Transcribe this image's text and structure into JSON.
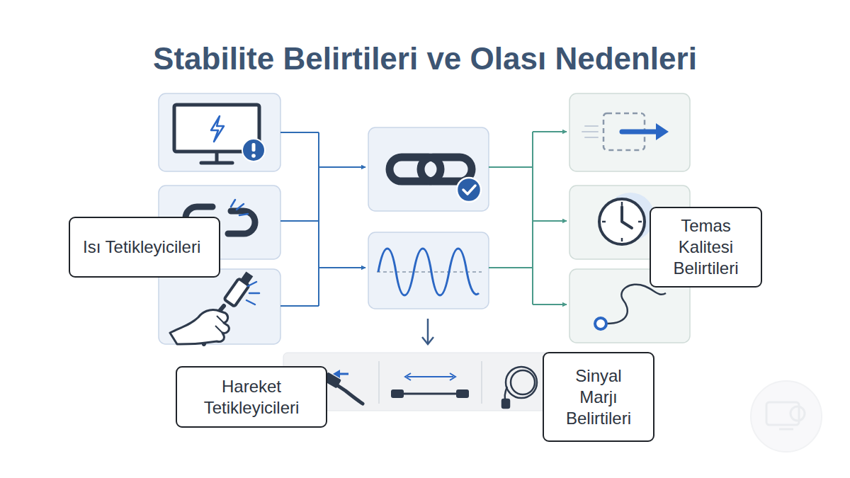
{
  "diagram": {
    "title": "Stabilite Belirtileri ve Olası Nedenleri",
    "nodes": [
      {
        "text": [
          "Isı Tetikleyicileri"
        ]
      },
      {
        "text": [
          "Hareket Tetikleyicileri"
        ]
      },
      {
        "text": [
          "Sinyal Marjı Belirtileri"
        ]
      },
      {
        "text": [
          "Temas Kalitesi Belirtileri"
        ]
      }
    ]
  }
}
